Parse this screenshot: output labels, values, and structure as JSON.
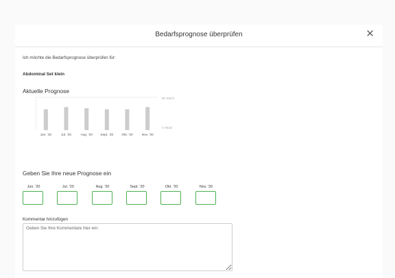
{
  "dialog": {
    "title": "Bedarfsprognose überprüfen",
    "close_symbol": "✕",
    "intro": "Ich möchte die Bedarfsprognose überprüfen für:",
    "product": "Abdominal Set klein"
  },
  "current_forecast": {
    "heading": "Aktuelle Prognose"
  },
  "chart_data": {
    "type": "bar",
    "categories": [
      "Jun. '20",
      "Jul. '20",
      "Aug. '20",
      "Sept. '20",
      "Okt. '20",
      "Nov. '20"
    ],
    "values": [
      38,
      42,
      40,
      38,
      38,
      42
    ],
    "ylim": [
      0,
      60
    ],
    "y_tick_labels": [
      "60 Stück",
      "0 Stück"
    ],
    "bar_color": "#cccccc",
    "grid": false
  },
  "new_forecast": {
    "heading": "Geben Sie Ihre neue Prognose ein",
    "months": [
      {
        "label": "Jun. '20",
        "value": ""
      },
      {
        "label": "Jul. '20",
        "value": ""
      },
      {
        "label": "Aug. '20",
        "value": ""
      },
      {
        "label": "Sept. '20",
        "value": ""
      },
      {
        "label": "Okt. '20",
        "value": ""
      },
      {
        "label": "Nov. '20",
        "value": ""
      }
    ]
  },
  "comment": {
    "label": "Kommentar hinzufügen",
    "placeholder": "Geben Sie Ihre Kommentare hier ein:",
    "value": ""
  },
  "colors": {
    "input_border": "#4caf50",
    "bar": "#cccccc",
    "axis_label": "#aaaaaa"
  }
}
